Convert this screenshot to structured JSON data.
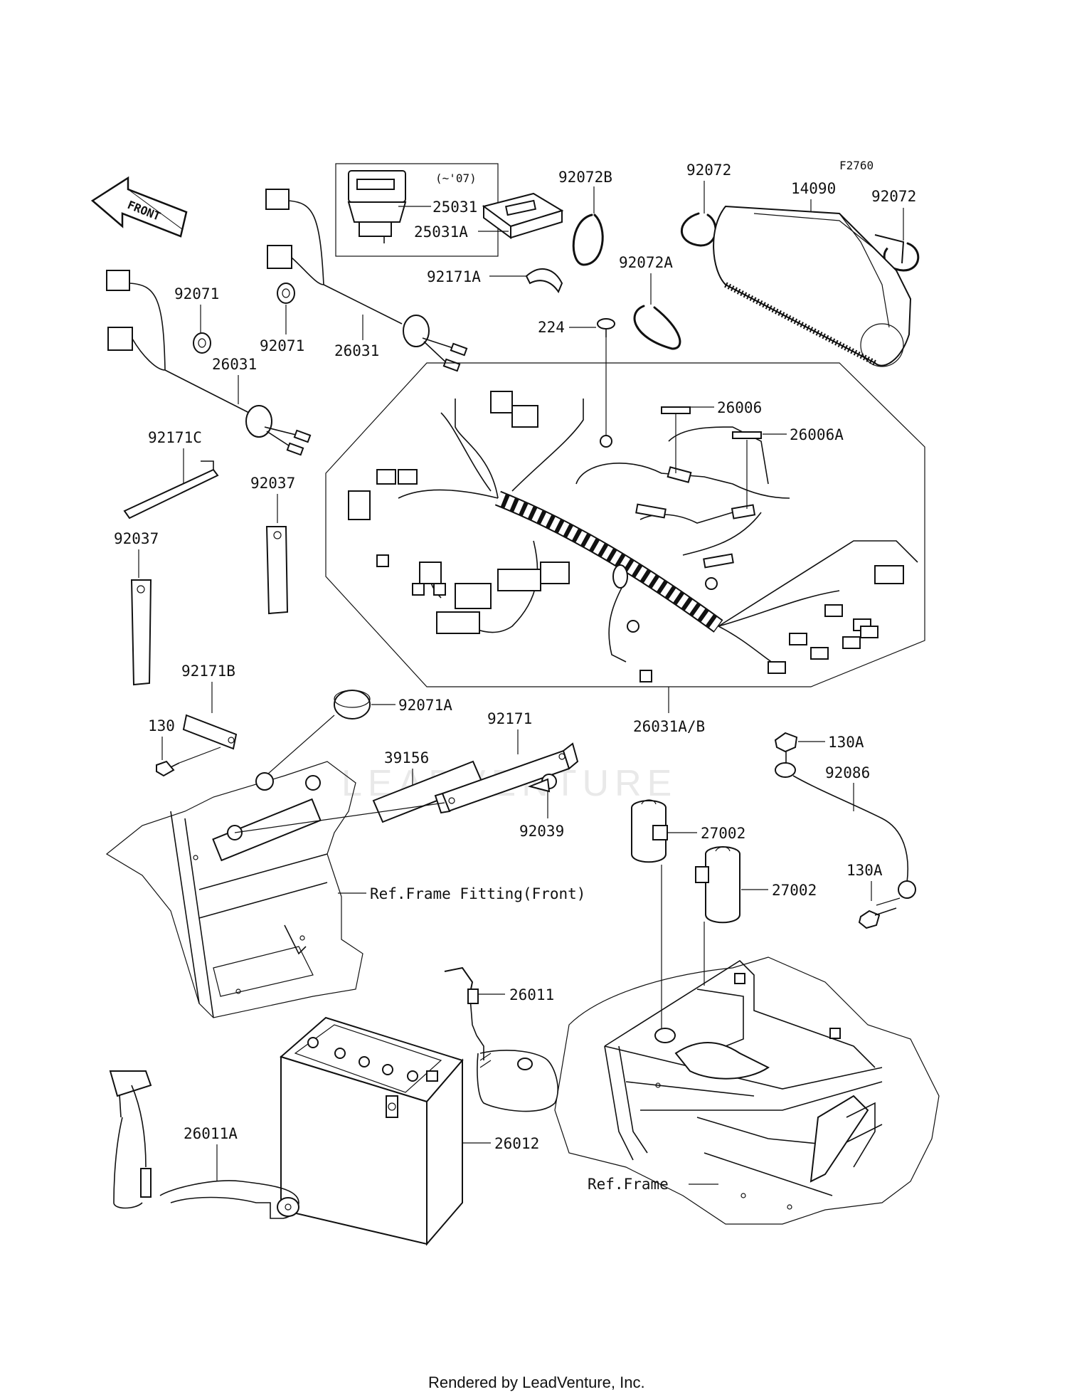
{
  "figure_code": "F2760",
  "front_arrow": "FRONT",
  "footer": "Rendered by LeadVenture, Inc.",
  "watermark": "LEADVENTURE",
  "callouts": {
    "p25031_note": "(~'07)",
    "p25031": "25031",
    "p25031A": "25031A",
    "p92072B": "92072B",
    "p92072_a": "92072",
    "p14090": "14090",
    "p92072_b": "92072",
    "p92171A": "92171A",
    "p92072A": "92072A",
    "p224": "224",
    "p92071_a": "92071",
    "p92071_b": "92071",
    "p26031_a": "26031",
    "p26031_b": "26031",
    "p26006": "26006",
    "p26006A": "26006A",
    "p92171C": "92171C",
    "p92037_a": "92037",
    "p92037_b": "92037",
    "p92171B": "92171B",
    "p130": "130",
    "p92071A": "92071A",
    "p92171": "92171",
    "p39156": "39156",
    "p26031AB": "26031A/B",
    "p130A_a": "130A",
    "p92086": "92086",
    "p92039": "92039",
    "p27002_a": "27002",
    "p27002_b": "27002",
    "p130A_b": "130A",
    "ref_frame_front": "Ref.Frame Fitting(Front)",
    "p26011": "26011",
    "p26011A": "26011A",
    "p26012": "26012",
    "ref_frame": "Ref.Frame"
  }
}
